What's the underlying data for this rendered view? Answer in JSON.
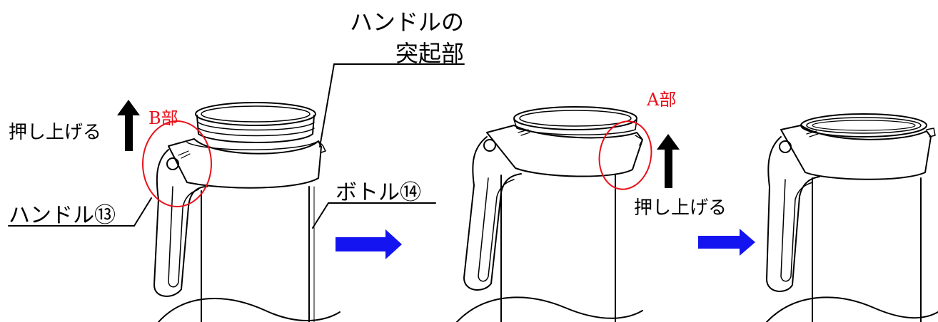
{
  "labels": {
    "protrusion_line1": "ハンドルの",
    "protrusion_line2": "突起部",
    "push_up_left": "押し上げる",
    "part_b": "B部",
    "part_a": "A部",
    "push_up_middle": "押し上げる",
    "handle": "ハンドル⑬",
    "bottle": "ボトル⑭"
  },
  "colors": {
    "line": "#000000",
    "highlight": "#e8111a",
    "step_arrow": "#1414f0",
    "push_arrow": "#000000"
  },
  "icons": {
    "push_arrow": "arrow-up",
    "step_arrow": "arrow-right"
  }
}
